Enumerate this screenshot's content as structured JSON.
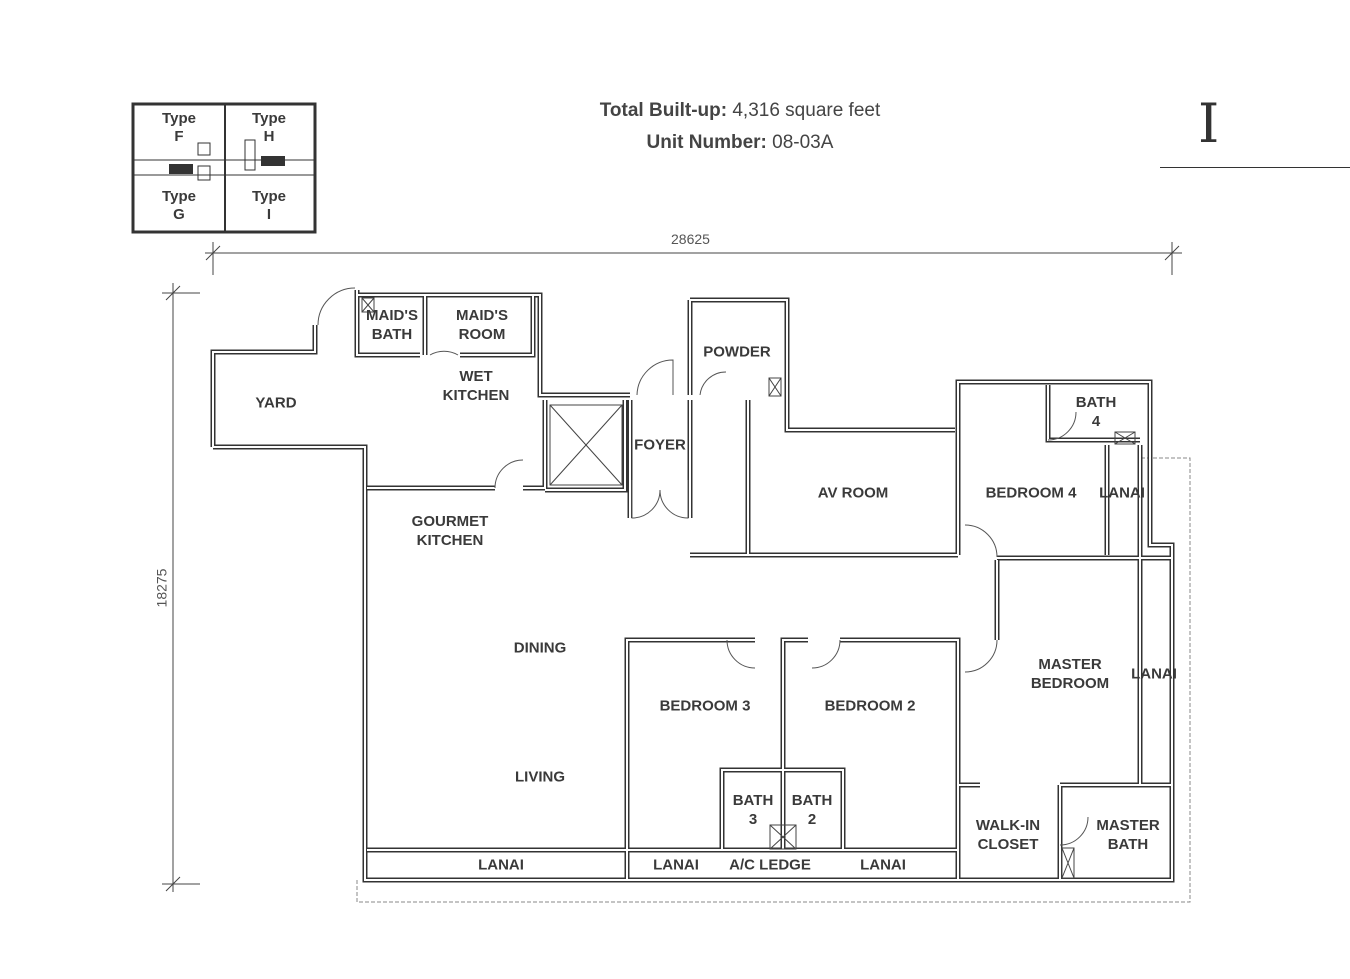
{
  "header": {
    "built_up_label": "Total Built-up:",
    "built_up_value": "4,316 square feet",
    "unit_number_label": "Unit Number:",
    "unit_number_value": "08-03A",
    "unit_type": "I"
  },
  "key_plan": {
    "types": [
      {
        "line1": "Type",
        "line2": "F"
      },
      {
        "line1": "Type",
        "line2": "H"
      },
      {
        "line1": "Type",
        "line2": "G"
      },
      {
        "line1": "Type",
        "line2": "I"
      }
    ]
  },
  "dimensions": {
    "width": "28625",
    "depth": "18275"
  },
  "rooms": {
    "maids_bath": "MAID'S\nBATH",
    "maids_room": "MAID'S\nROOM",
    "yard": "YARD",
    "wet_kitchen": "WET\nKITCHEN",
    "powder": "POWDER",
    "foyer": "FOYER",
    "av_room": "AV ROOM",
    "bath_4": "BATH\n4",
    "bedroom_4": "BEDROOM 4",
    "lanai_bed4": "LANAI",
    "gourmet_kitchen": "GOURMET\nKITCHEN",
    "dining": "DINING",
    "master_bedroom": "MASTER\nBEDROOM",
    "lanai_master": "LANAI",
    "bedroom_3": "BEDROOM 3",
    "bedroom_2": "BEDROOM 2",
    "living": "LIVING",
    "bath_3": "BATH\n3",
    "bath_2": "BATH\n2",
    "walk_in_closet": "WALK-IN\nCLOSET",
    "master_bath": "MASTER\nBATH",
    "lanai_living": "LANAI",
    "lanai_bed3": "LANAI",
    "ac_ledge": "A/C LEDGE",
    "lanai_bed2": "LANAI"
  }
}
